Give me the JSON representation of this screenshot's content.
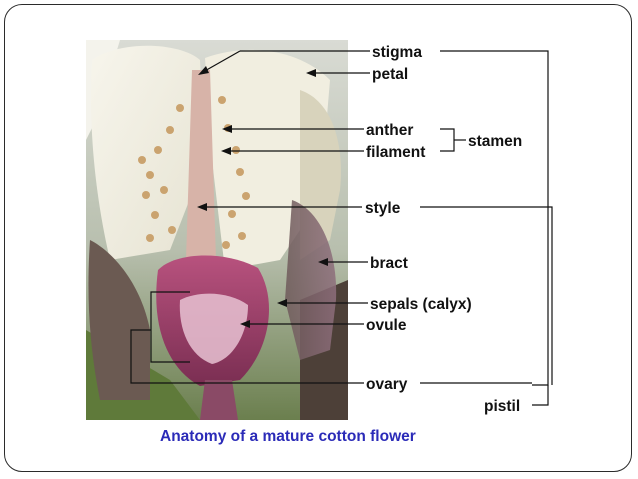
{
  "caption": "Anatomy of a mature cotton flower",
  "labels": {
    "stigma": "stigma",
    "petal": "petal",
    "anther": "anther",
    "filament": "filament",
    "stamen": "stamen",
    "style": "style",
    "bract": "bract",
    "sepals": "sepals (calyx)",
    "ovule": "ovule",
    "ovary": "ovary",
    "pistil": "pistil"
  },
  "colors": {
    "caption": "#2b2bb8",
    "label": "#111111",
    "leader_line": "#111111"
  }
}
